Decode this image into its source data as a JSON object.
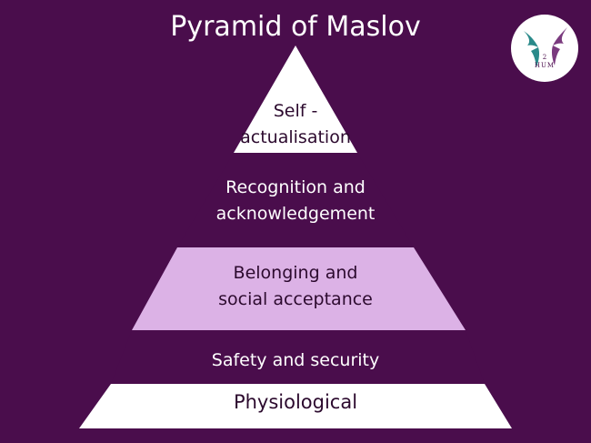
{
  "title": "Pyramid of Maslov",
  "logo": {
    "text_top": "2",
    "text_bottom": "HUM",
    "icon": "hummingbird-logo-icon",
    "colors": [
      "#2a8a8a",
      "#7a3a7e"
    ]
  },
  "levels": [
    {
      "label_lines": [
        "Self -",
        "actualisation"
      ],
      "fill": "#ffffff",
      "text_color": "#2c0a2e"
    },
    {
      "label_lines": [
        "Recognition and",
        "acknowledgement"
      ],
      "fill": "#4a0d4c",
      "text_color": "#ffffff"
    },
    {
      "label_lines": [
        "Belonging and",
        "social acceptance"
      ],
      "fill": "#dcb2e6",
      "text_color": "#2c0a2e"
    },
    {
      "label_lines": [
        "Safety and security"
      ],
      "fill": "#4a0d4c",
      "text_color": "#ffffff"
    },
    {
      "label_lines": [
        "Physiological"
      ],
      "fill": "#ffffff",
      "text_color": "#2c0a2e"
    }
  ],
  "colors": {
    "background": "#4a0d4c",
    "accent": "#dcb2e6"
  }
}
